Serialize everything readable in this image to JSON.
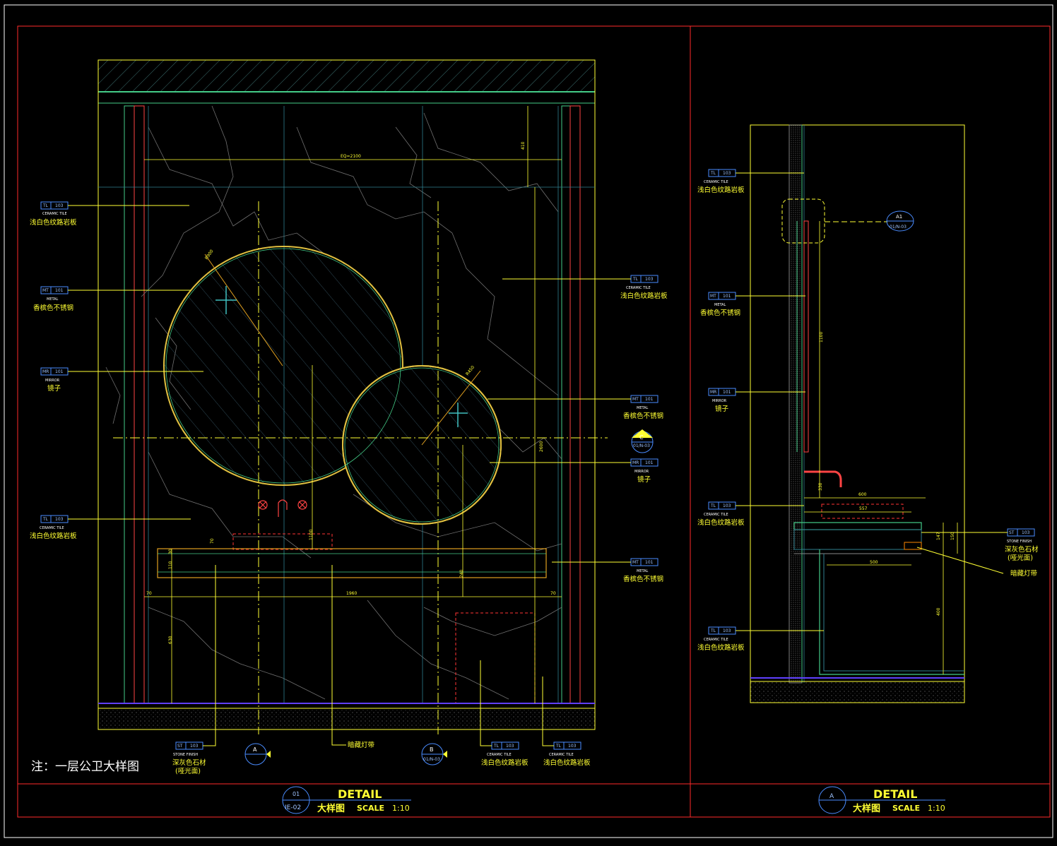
{
  "note": "注：一层公卫大样图",
  "title_blocks": [
    {
      "id": "left",
      "symbol_top": "01",
      "symbol_bottom": "IE-02",
      "title": "DETAIL",
      "subtitle_cn": "大样图",
      "scale_label": "SCALE",
      "scale": "1:10"
    },
    {
      "id": "right",
      "symbol_top": "A",
      "symbol_bottom": "",
      "title": "DETAIL",
      "subtitle_cn": "大样图",
      "scale_label": "SCALE",
      "scale": "1:10"
    }
  ],
  "elevation": {
    "labels_left": [
      {
        "code": "TL",
        "num": "103",
        "en": "CERAMIC TILE",
        "cn": "浅白色纹路岩板"
      },
      {
        "code": "MT",
        "num": "101",
        "en": "METAL",
        "cn": "香槟色不锈钢"
      },
      {
        "code": "MR",
        "num": "101",
        "en": "MIRROR",
        "cn": "镜子"
      },
      {
        "code": "TL",
        "num": "103",
        "en": "CERAMIC TILE",
        "cn": "浅白色纹路岩板"
      }
    ],
    "labels_right": [
      {
        "code": "TL",
        "num": "103",
        "en": "CERAMIC TILE",
        "cn": "浅白色纹路岩板"
      },
      {
        "code": "MT",
        "num": "101",
        "en": "METAL",
        "cn": "香槟色不锈钢"
      },
      {
        "code": "MR",
        "num": "101",
        "en": "MIRROR",
        "cn": "镜子"
      },
      {
        "code": "MT",
        "num": "101",
        "en": "METAL",
        "cn": "香槟色不锈钢"
      }
    ],
    "labels_bottom": [
      {
        "code": "ST",
        "num": "103",
        "en": "STONE FINISH",
        "cn": "深灰色石材",
        "cn2": "(哑光面)"
      },
      {
        "code": "",
        "num": "",
        "en": "",
        "cn": "暗藏灯带",
        "cn2": ""
      },
      {
        "code": "TL",
        "num": "103",
        "en": "CERAMIC TILE",
        "cn": "浅白色纹路岩板",
        "cn2": ""
      },
      {
        "code": "TL",
        "num": "103",
        "en": "CERAMIC TILE",
        "cn": "浅白色纹路岩板",
        "cn2": ""
      }
    ],
    "dims": {
      "top_width": "EQ=2100",
      "top_gap": "410",
      "circle1": "R900",
      "circle2": "R450",
      "height": "2600",
      "vanity_w": "1960",
      "side_l": "70",
      "side_r": "70",
      "d70": "70",
      "d110": "110",
      "d1100": "1100",
      "d630": "630",
      "d240": "240",
      "d30": "30"
    },
    "section_markers": [
      {
        "letter": "A",
        "ref": ""
      },
      {
        "letter": "B",
        "ref": "01/N-03"
      },
      {
        "letter": "C",
        "ref": "01/N-03"
      }
    ]
  },
  "section": {
    "labels_left": [
      {
        "code": "TL",
        "num": "103",
        "en": "CERAMIC TILE",
        "cn": "浅白色纹路岩板"
      },
      {
        "code": "MT",
        "num": "101",
        "en": "METAL",
        "cn": "香槟色不锈钢"
      },
      {
        "code": "MR",
        "num": "101",
        "en": "MIRROR",
        "cn": "镜子"
      },
      {
        "code": "TL",
        "num": "103",
        "en": "CERAMIC TILE",
        "cn": "浅白色纹路岩板"
      },
      {
        "code": "TL",
        "num": "103",
        "en": "CERAMIC TILE",
        "cn": "浅白色纹路岩板"
      }
    ],
    "label_right": {
      "code": "ST",
      "num": "103",
      "en": "STONE FINISH",
      "cn": "深灰色石材",
      "cn2": "(哑光面)"
    },
    "label_light": "暗藏灯带",
    "detail_ref": {
      "top": "A1",
      "bottom": "01/N-03"
    },
    "dims": {
      "d1100": "1100",
      "d600": "600",
      "d557": "557",
      "d500": "500",
      "d147": "147",
      "d150": "150",
      "d400": "400",
      "d330": "330"
    }
  }
}
